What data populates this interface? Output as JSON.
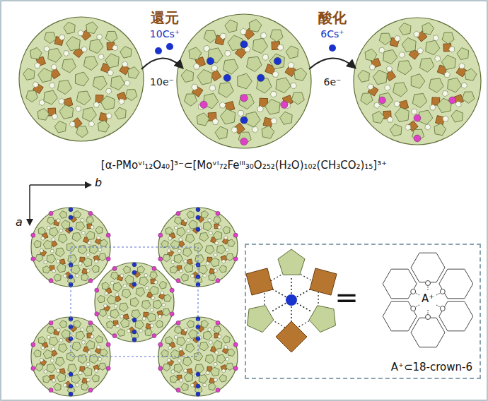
{
  "diagram": {
    "nodes": [
      {
        "text": [
          "A⁺⊂18-crown-6"
        ]
      }
    ],
    "labels": [
      "還元",
      "10Cs⁺",
      "10e⁻",
      "酸化",
      "6Cs⁺",
      "6e⁻",
      "[α-PMoᵛᴵ₁₂O₄₀]³⁻⊂[Moᵛᴵ₇₂Feᴵᴵᴵ₃₀O₂₅₂(H₂O)₁₀₂(CH₃CO₂)₁₅]³⁺",
      "b",
      "a",
      "=",
      "A⁺"
    ]
  }
}
